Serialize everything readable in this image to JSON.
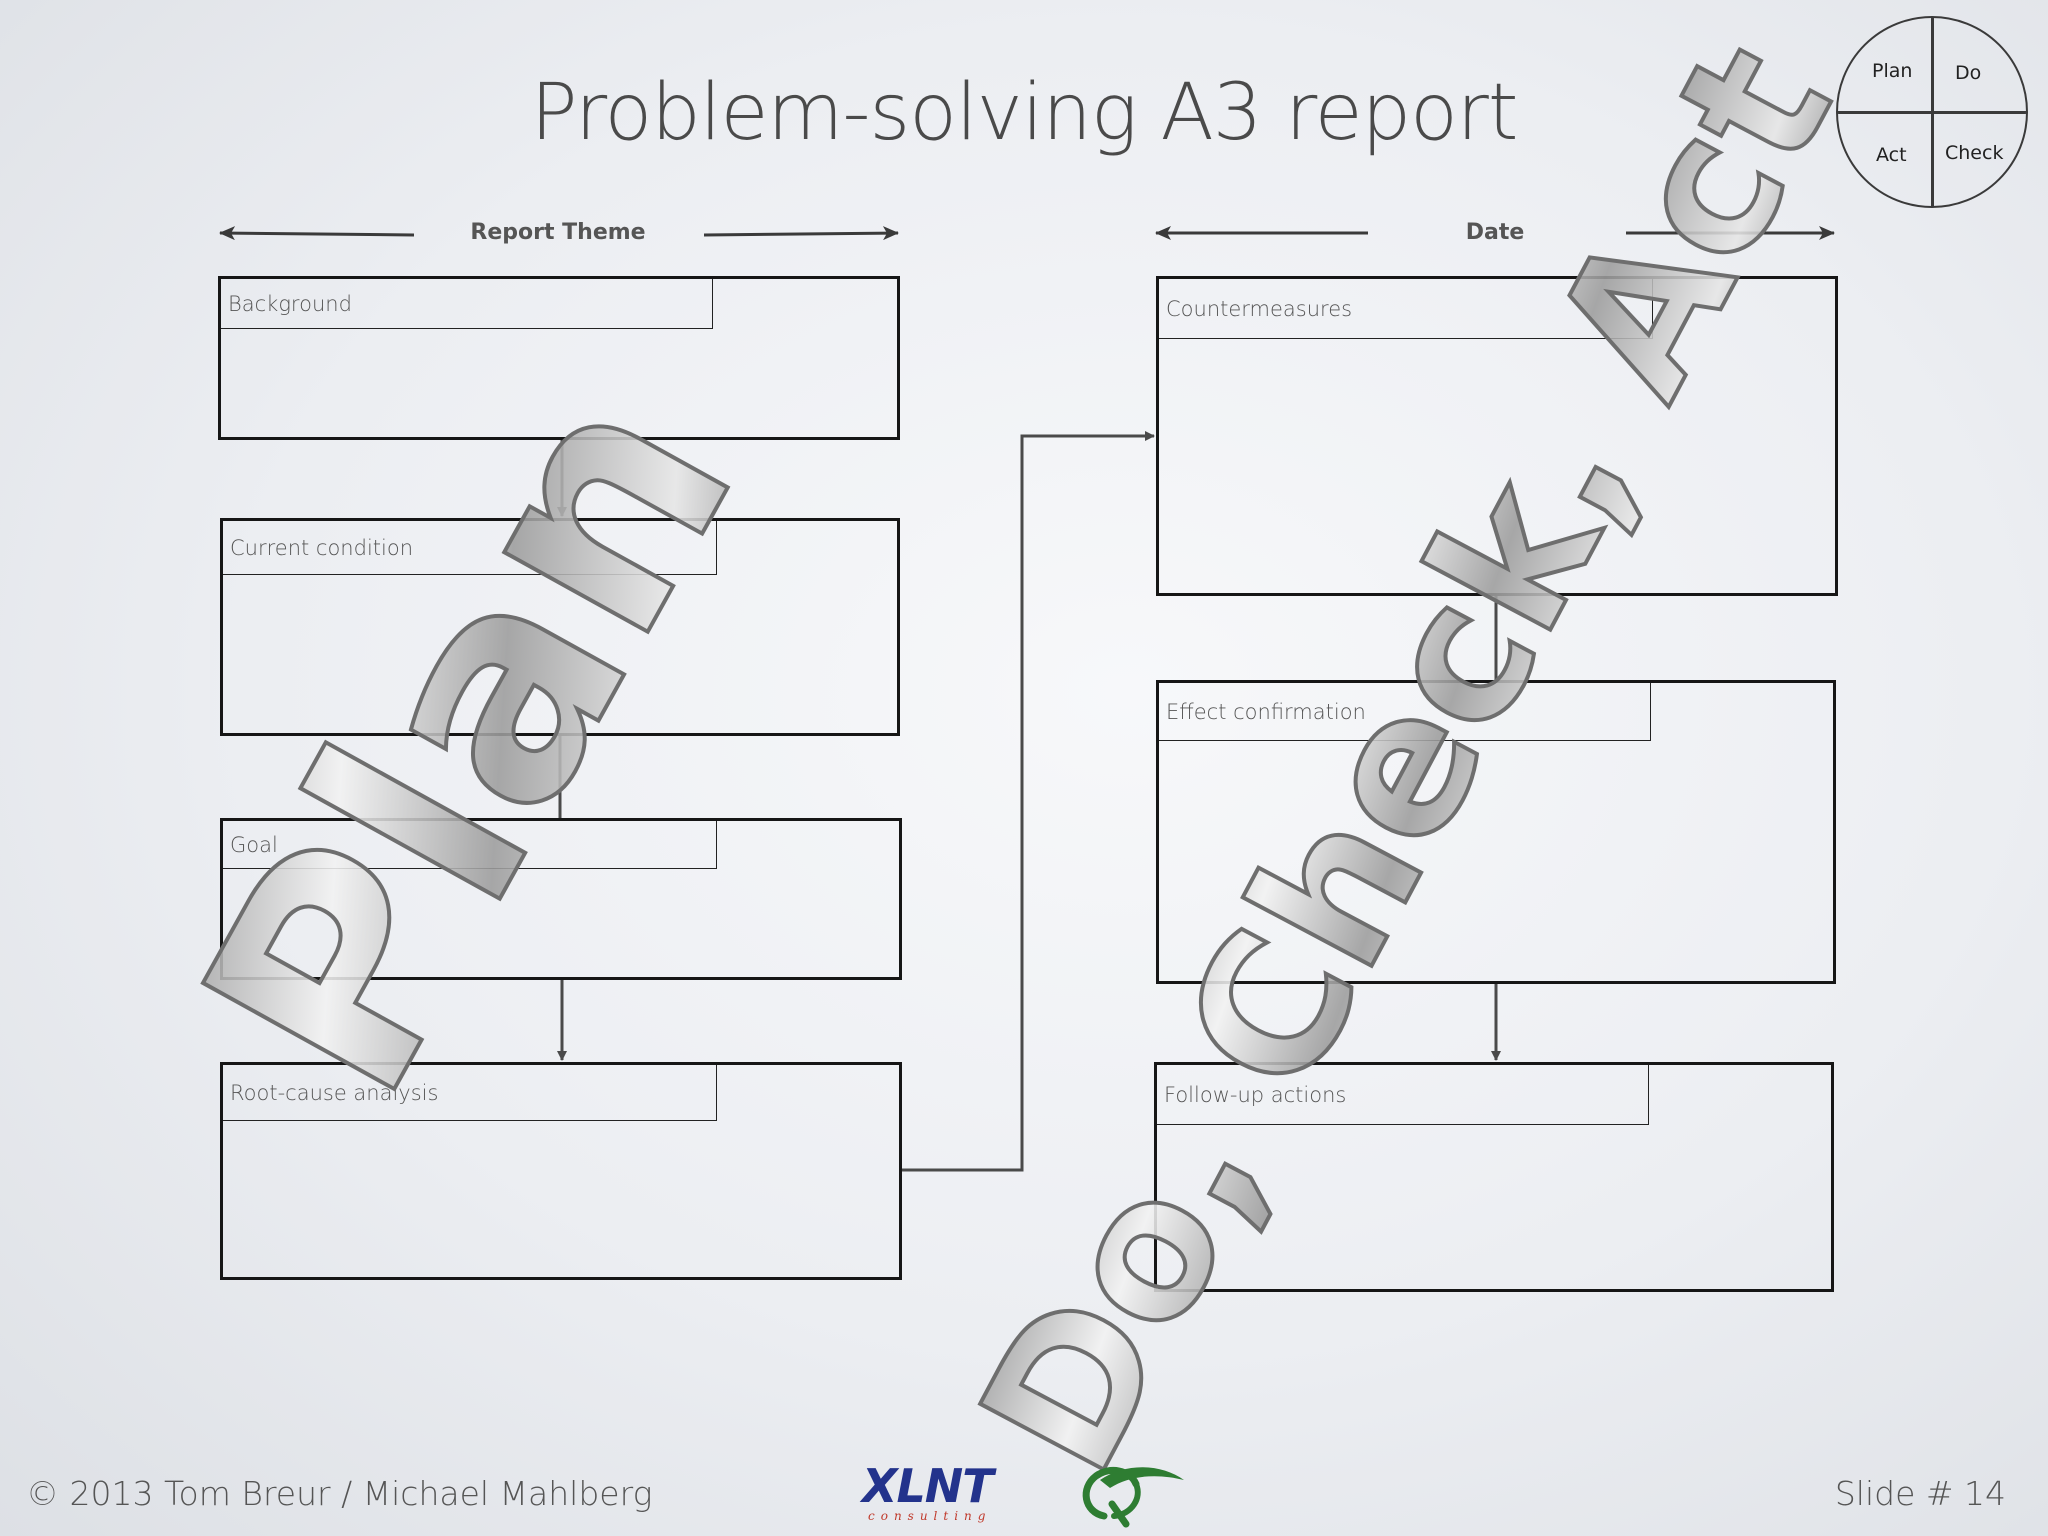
{
  "slide": {
    "title": "Problem-solving A3 report",
    "footer_left": "© 2013 Tom Breur / Michael Mahlberg",
    "footer_right": "Slide # 14"
  },
  "pdca_circle": {
    "plan": "Plan",
    "do": "Do",
    "act": "Act",
    "check": "Check"
  },
  "headers": {
    "report_theme": "Report Theme",
    "date": "Date"
  },
  "left_column": {
    "background": "Background",
    "current_condition": "Current condition",
    "goal": "Goal",
    "root_cause": "Root-cause analysis"
  },
  "right_column": {
    "countermeasures": "Countermeasures",
    "effect_confirmation": "Effect confirmation",
    "follow_up": "Follow-up actions"
  },
  "watermarks": {
    "left": "Plan",
    "right": "Do, Check, Act"
  },
  "logos": {
    "xlnt": "XLNT",
    "xlnt_sub": "consulting"
  },
  "colors": {
    "box_border": "#161616",
    "connector": "#4a4a4a",
    "xlnt_blue": "#23338c",
    "xlnt_red": "#c0392b",
    "q_green": "#2e7d32"
  }
}
